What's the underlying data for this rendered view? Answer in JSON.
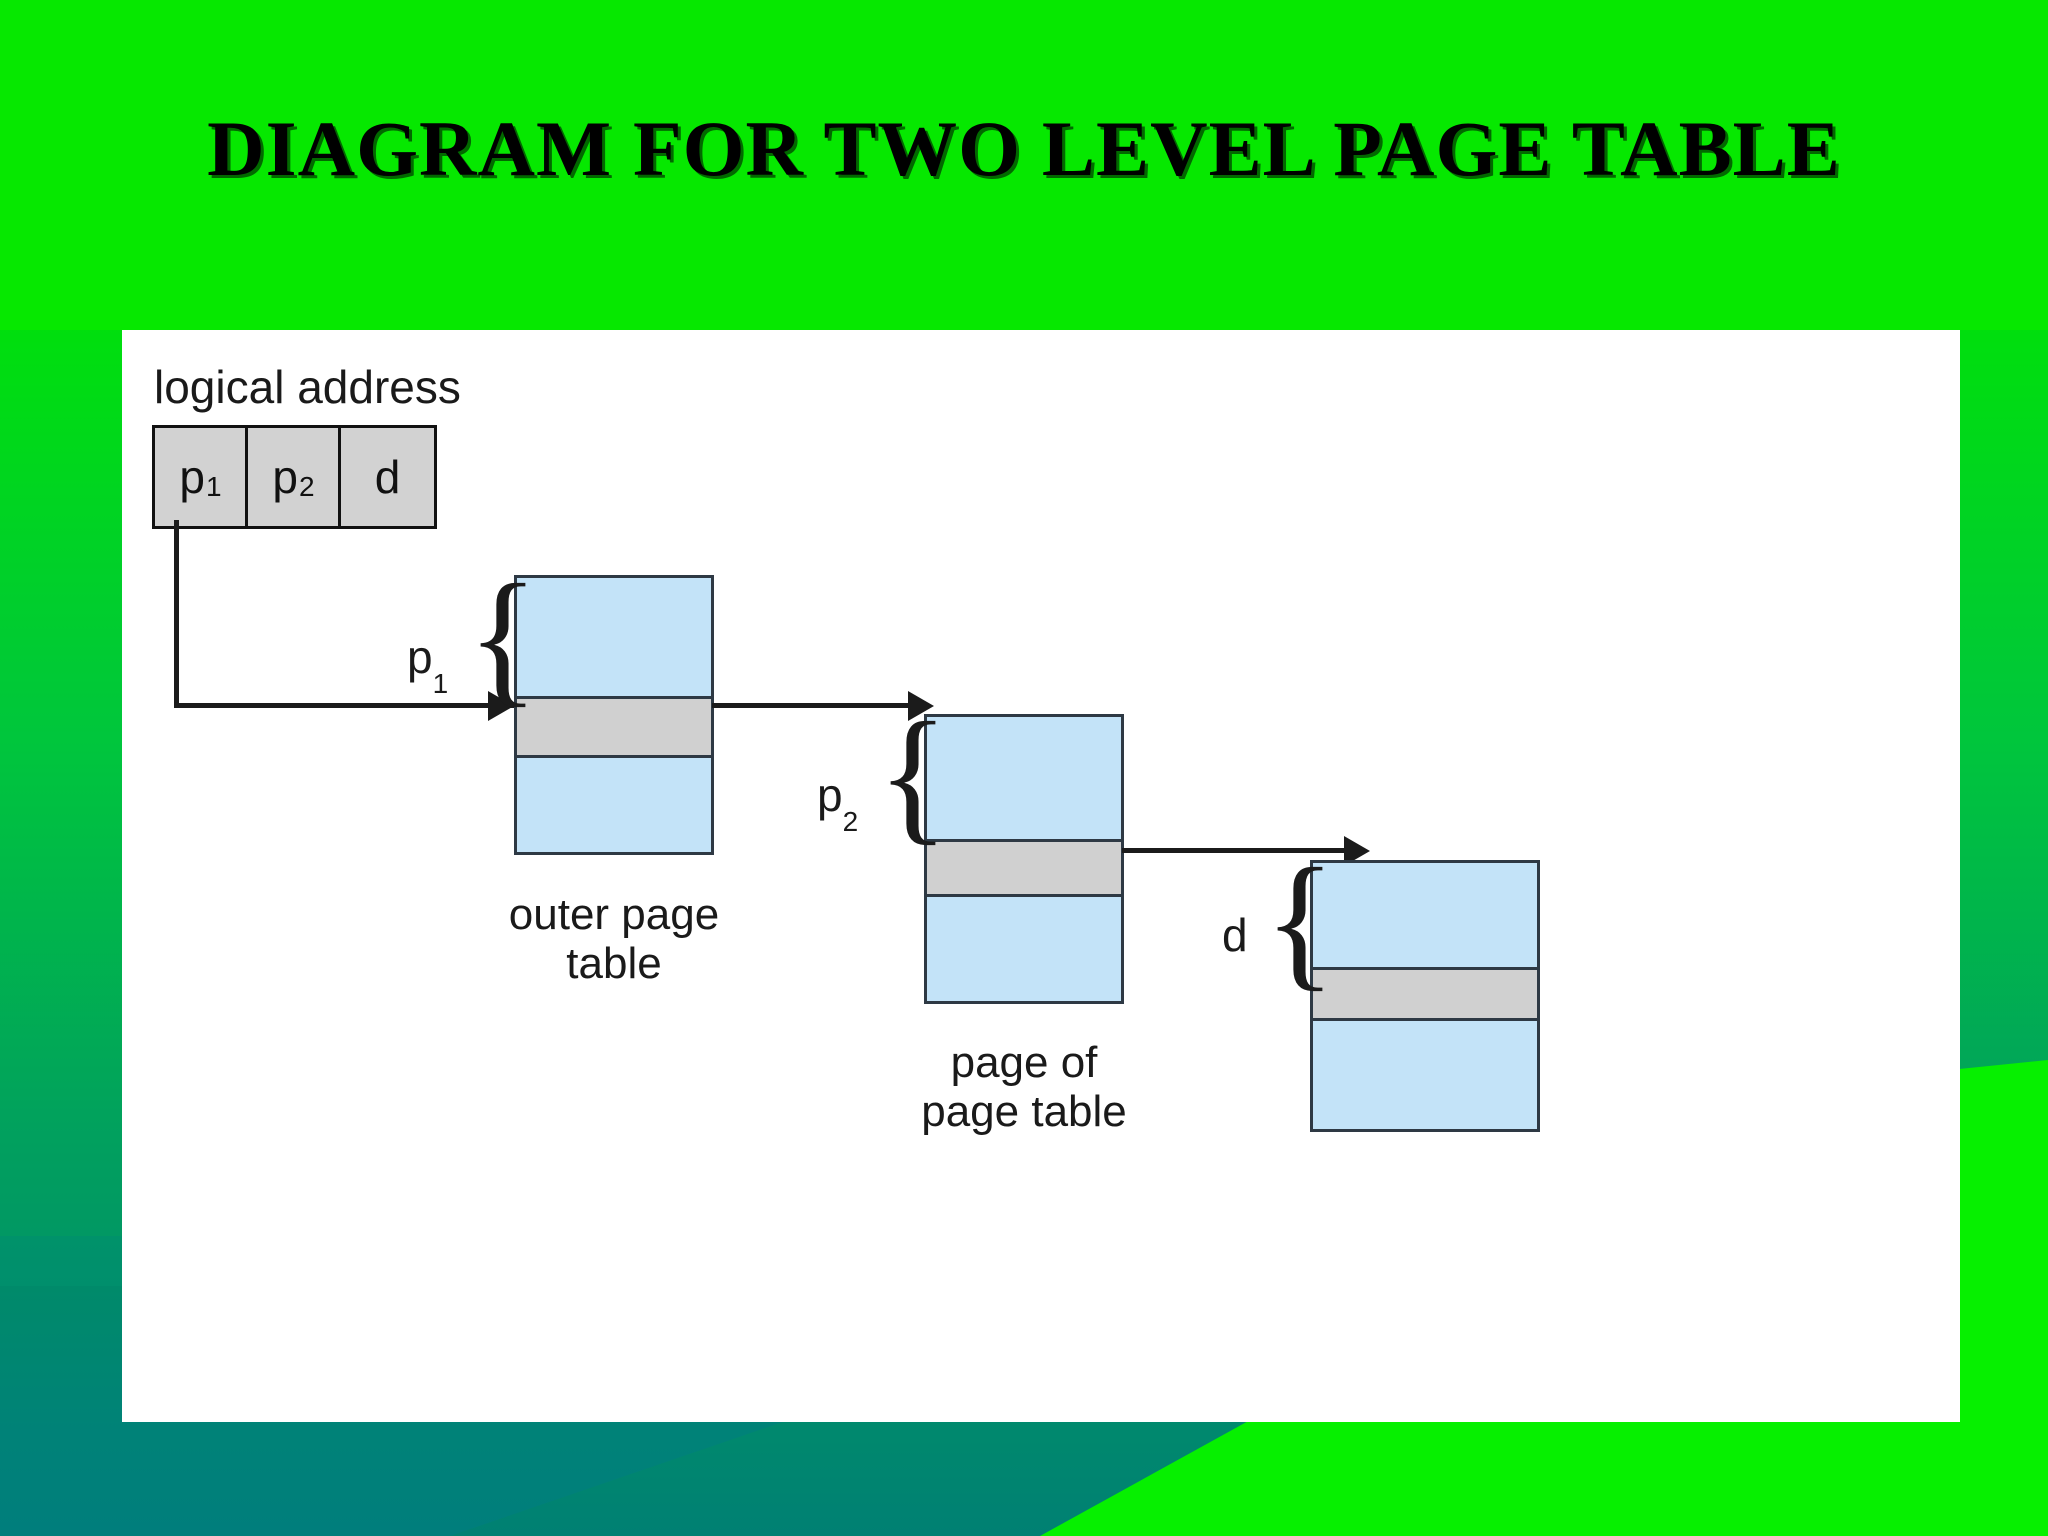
{
  "slide": {
    "title": "DIAGRAM FOR TWO LEVEL PAGE TABLE",
    "background_color_top": "#06e800",
    "background_color_bottom": "#008078",
    "accent_teal": "#008078",
    "card_color": "#ffffff"
  },
  "diagram": {
    "logical_address_label": "logical address",
    "address_fields": [
      {
        "name": "p1",
        "text": "p",
        "subscript": "1"
      },
      {
        "name": "p2",
        "text": "p",
        "subscript": "2"
      },
      {
        "name": "d",
        "text": "d",
        "subscript": ""
      }
    ],
    "tables": [
      {
        "id": "outer-page-table",
        "caption_line1": "outer page",
        "caption_line2": "table",
        "index_label_text": "p",
        "index_label_sub": "1",
        "segments": [
          "blue",
          "gray",
          "blue"
        ],
        "fill_blue": "#c3e3f8",
        "fill_gray": "#d0d0d0",
        "border_color": "#2e3944"
      },
      {
        "id": "page-of-page-table",
        "caption_line1": "page of",
        "caption_line2": "page table",
        "index_label_text": "p",
        "index_label_sub": "2",
        "segments": [
          "blue",
          "gray",
          "blue"
        ],
        "fill_blue": "#c3e3f8",
        "fill_gray": "#d0d0d0",
        "border_color": "#2e3944"
      },
      {
        "id": "memory-frame",
        "caption_line1": "",
        "caption_line2": "",
        "index_label_text": "d",
        "index_label_sub": "",
        "segments": [
          "blue",
          "gray",
          "blue"
        ],
        "fill_blue": "#c3e3f8",
        "fill_gray": "#d0d0d0",
        "border_color": "#2e3944"
      }
    ],
    "brace_glyph": "{",
    "connectors": [
      {
        "name": "address-to-outer-table",
        "kind": "elbow-arrow"
      },
      {
        "name": "outer-table-to-page-of-page-table",
        "kind": "arrow"
      },
      {
        "name": "page-of-page-table-to-memory",
        "kind": "arrow"
      }
    ]
  }
}
